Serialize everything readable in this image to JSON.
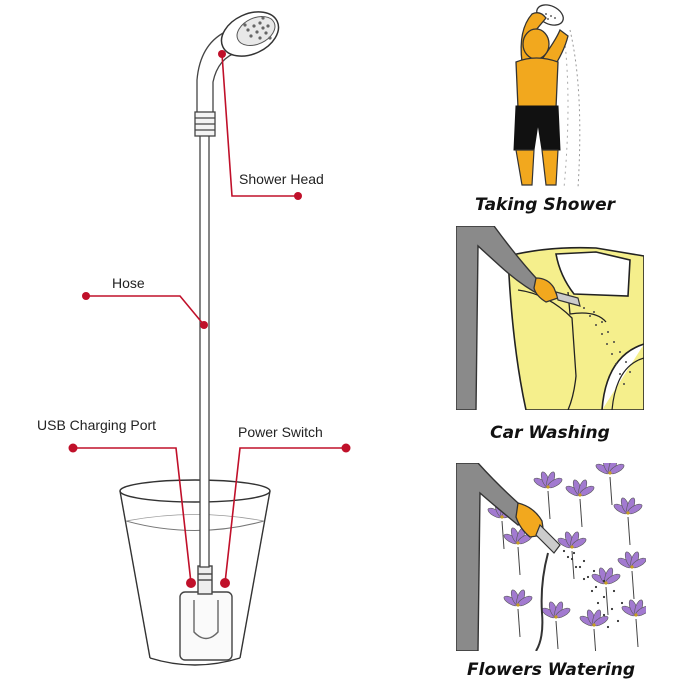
{
  "labels": {
    "shower_head": "Shower Head",
    "hose": "Hose",
    "usb_port": "USB Charging Port",
    "power_switch": "Power Switch"
  },
  "captions": {
    "shower": "Taking Shower",
    "car": "Car Washing",
    "flowers": "Flowers Watering"
  },
  "colors": {
    "callout": "#c0102a",
    "skin": "#f2a81e",
    "car_body": "#f5ef8c",
    "sleeve": "#8a8a8a",
    "flower": "#a27ad0"
  }
}
